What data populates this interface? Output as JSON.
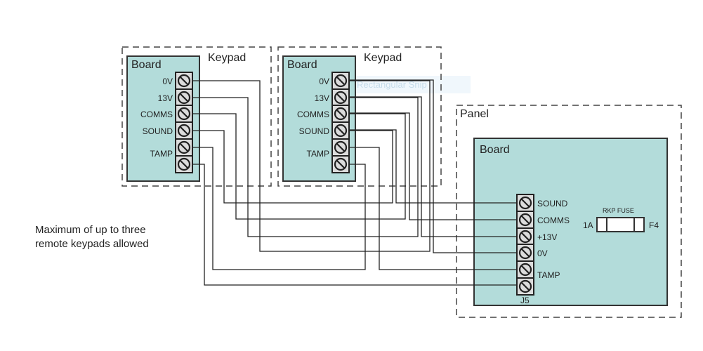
{
  "keypads": [
    {
      "title": "Keypad",
      "board_label": "Board",
      "terminals": [
        "0V",
        "13V",
        "COMMS",
        "SOUND",
        "TAMP",
        ""
      ]
    },
    {
      "title": "Keypad",
      "board_label": "Board",
      "terminals": [
        "0V",
        "13V",
        "COMMS",
        "SOUND",
        "TAMP",
        ""
      ]
    }
  ],
  "panel": {
    "title": "Panel",
    "board_label": "Board",
    "terminals": [
      "SOUND",
      "COMMS",
      "+13V",
      "0V",
      "TAMP",
      ""
    ],
    "connector_label": "J5",
    "fuse": {
      "label": "RKP FUSE",
      "rating": "1A",
      "ref": "F4"
    }
  },
  "note": {
    "line1": "Maximum of up to three",
    "line2": "remote keypads allowed"
  },
  "overlay_text": "Rectangular Snip",
  "colors": {
    "board": "#b3dcda",
    "terminal": "#dcdcdc",
    "wire": "#222222"
  }
}
